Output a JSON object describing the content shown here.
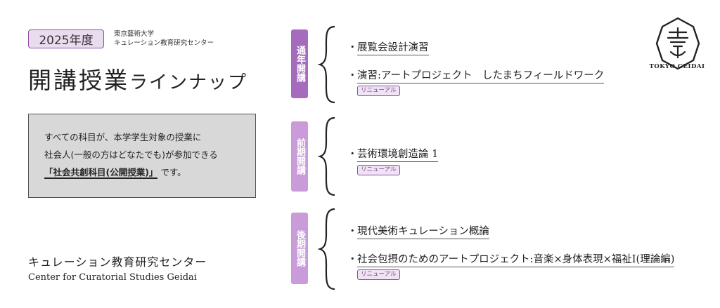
{
  "header": {
    "year_badge": "2025年度",
    "center_line1": "東京藝術大学",
    "center_line2": "キュレーション教育研究センター",
    "title_main": "開講授業",
    "title_sub": "ラインナップ"
  },
  "info": {
    "line1": "すべての科目が、本学学生対象の授業に",
    "line2": "社会人(一般の方はどなたでも)が参加できる",
    "highlight": "「社会共創科目(公開授業)」",
    "suffix": "です。"
  },
  "footer": {
    "name_ja": "キュレーション教育研究センター",
    "name_en": "Center for Curatorial Studies Geidai"
  },
  "terms": [
    {
      "label": "通年開講",
      "courses": [
        {
          "name": "展覧会設計演習",
          "badge": ""
        },
        {
          "name": "演習:アートプロジェクト　したまちフィールドワーク",
          "badge": "リニューアル"
        }
      ]
    },
    {
      "label": "前期開講",
      "courses": [
        {
          "name": "芸術環境創造論 1",
          "badge": "リニューアル"
        }
      ]
    },
    {
      "label": "後期開講",
      "courses": [
        {
          "name": "現代美術キュレーション概論",
          "badge": ""
        },
        {
          "name": "社会包摂のためのアートプロジェクト:音楽×身体表現×福祉Ⅰ(理論編)",
          "badge": "リニューアル"
        }
      ]
    }
  ],
  "logo": {
    "text": "TOKYO GEIDAI",
    "icon": "tokyo-geidai-emblem-icon"
  },
  "colors": {
    "accent": "#a56cbd",
    "accent_light": "#c99bd8",
    "badge_bg": "#e9dcef",
    "info_bg": "#d8d8d8"
  }
}
